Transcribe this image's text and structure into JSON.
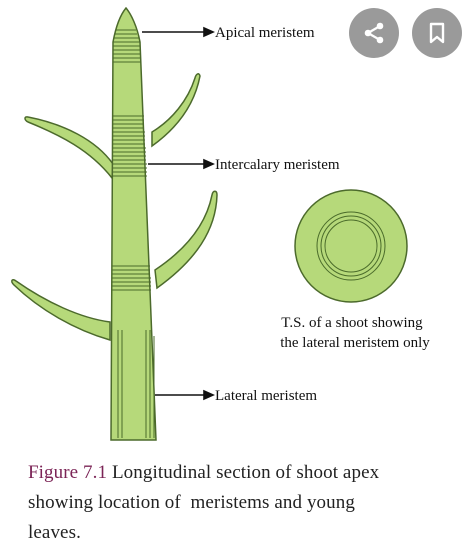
{
  "labels": {
    "apical": "Apical meristem",
    "intercalary": "Intercalary meristem",
    "lateral": "Lateral meristem",
    "ts_line1": "T.S. of a shoot showing",
    "ts_line2": "the lateral meristem only"
  },
  "caption": {
    "figure": "Figure 7.1",
    "line1": " Longitudinal section of shoot apex",
    "line2": "showing location of  meristems and young",
    "line3": "leaves."
  },
  "actions": {
    "share_icon": "share-icon",
    "bookmark_icon": "bookmark-icon"
  },
  "colors": {
    "tissue": "#b6d97a",
    "stripe": "#4a6b2a",
    "outline": "#4c6a2c",
    "button": "#9a9a9a",
    "figure_label": "#7b2456"
  }
}
